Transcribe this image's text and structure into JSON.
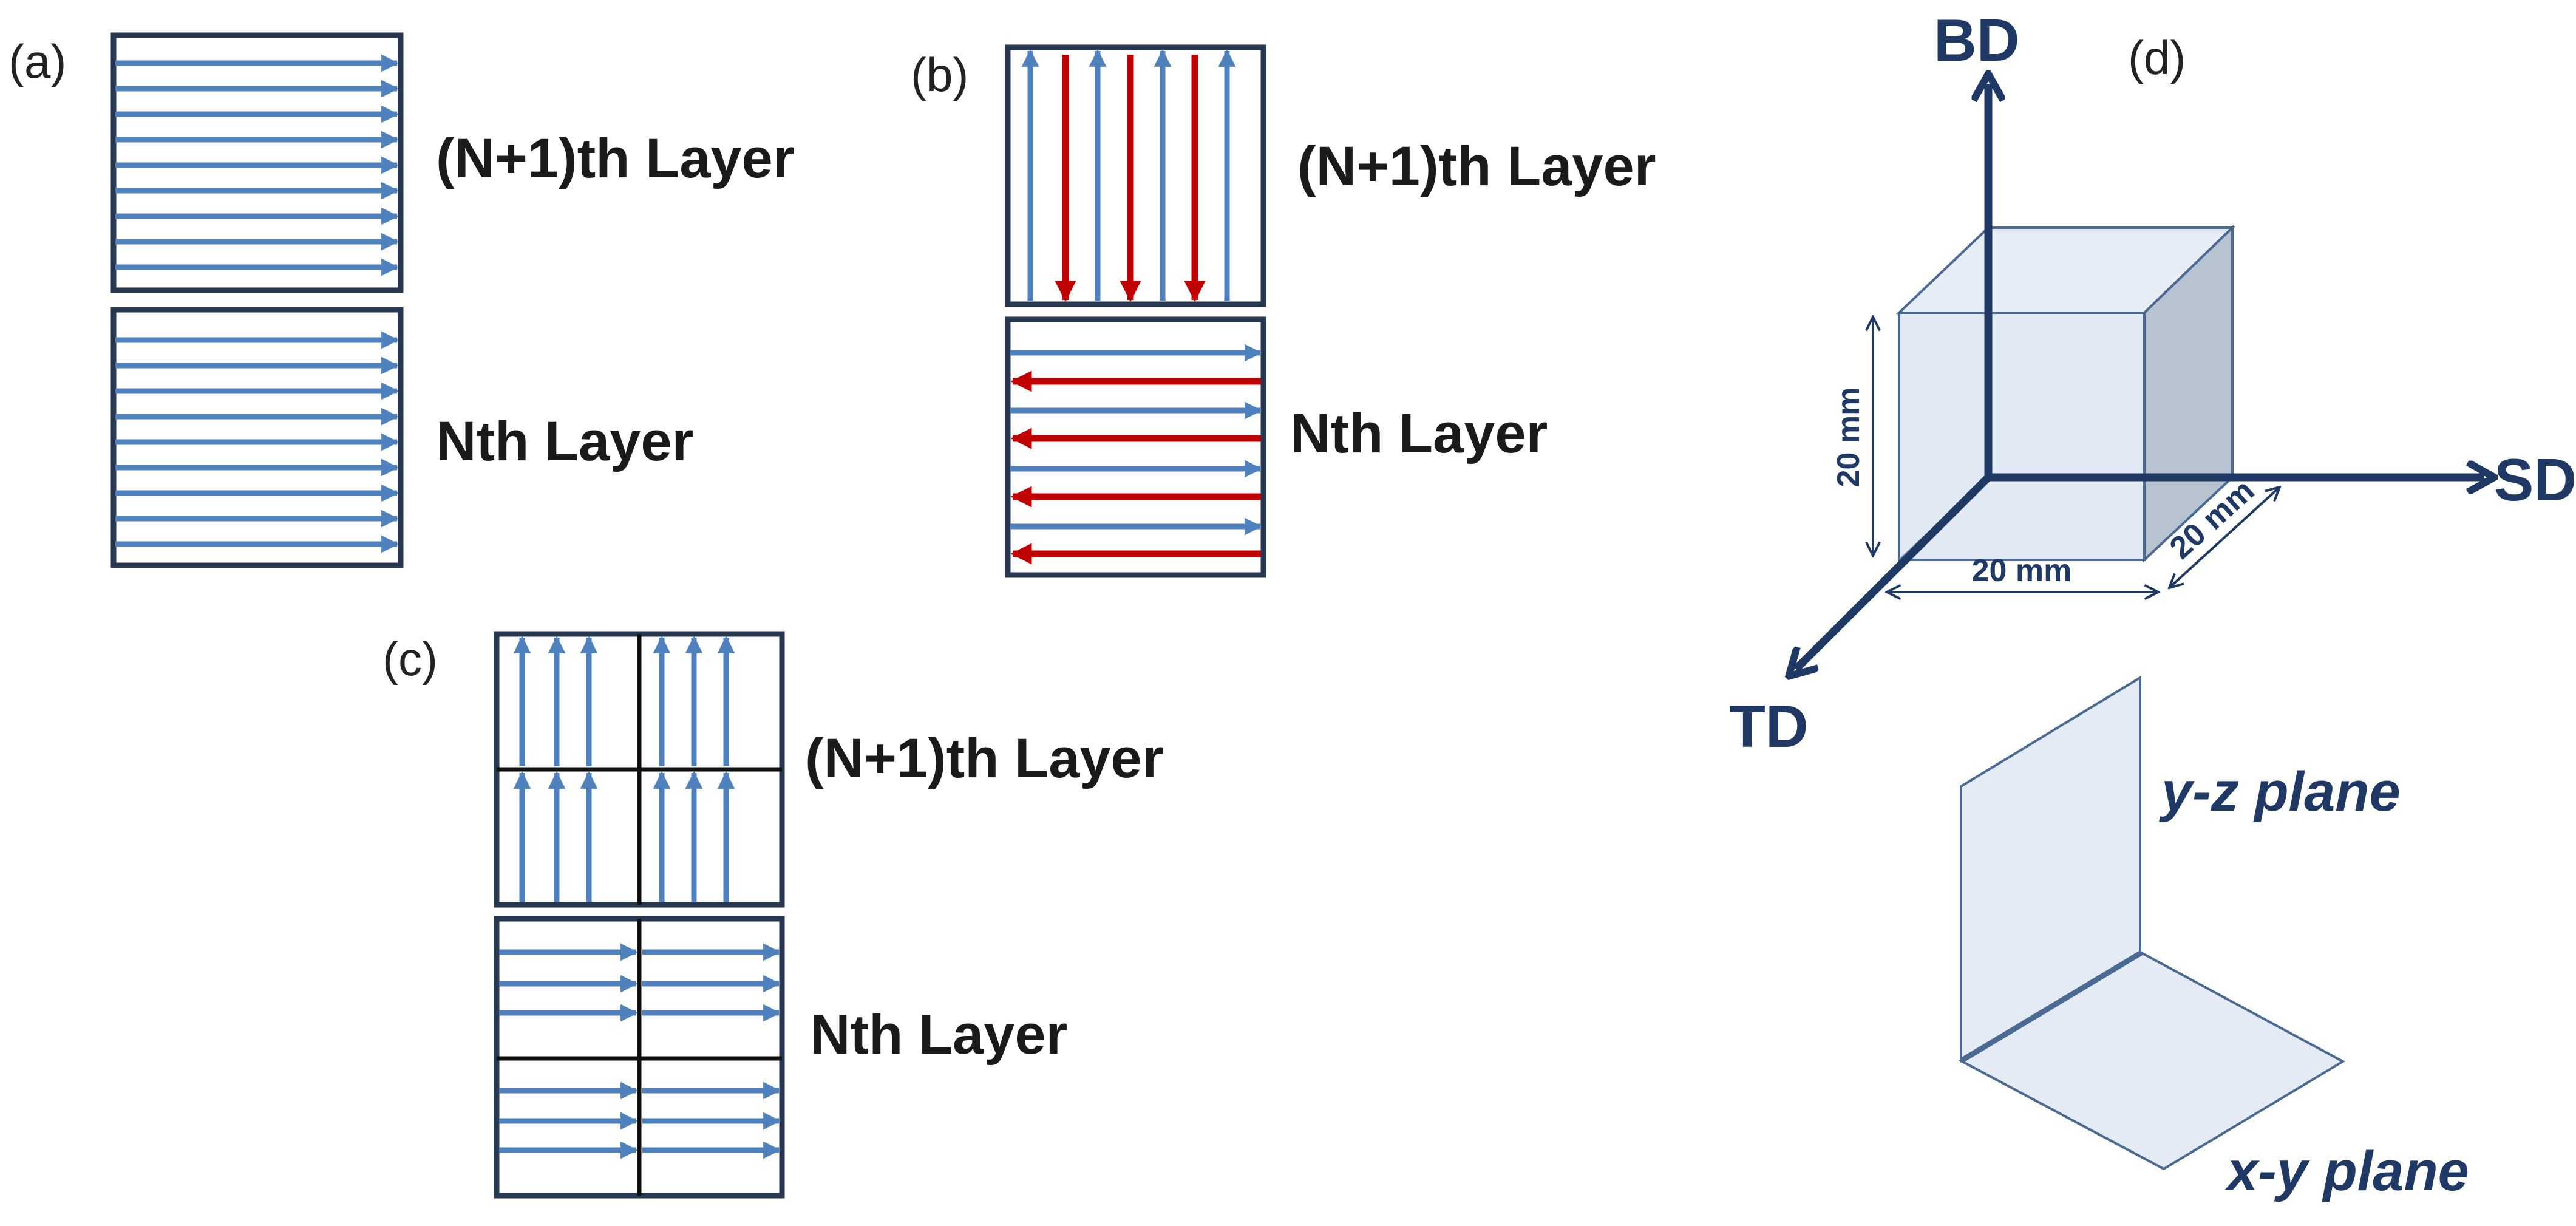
{
  "panels": {
    "a": {
      "label": "(a)",
      "upper_layer": "(N+1)th Layer",
      "lower_layer": "Nth Layer"
    },
    "b": {
      "label": "(b)",
      "upper_layer": "(N+1)th Layer",
      "lower_layer": "Nth Layer"
    },
    "c": {
      "label": "(c)",
      "upper_layer": "(N+1)th Layer",
      "lower_layer": "Nth Layer"
    },
    "d": {
      "label": "(d)",
      "axes": {
        "build": "BD",
        "scan": "SD",
        "transverse": "TD"
      },
      "dimensions": {
        "height": "20 mm",
        "width": "20 mm",
        "depth": "20 mm"
      },
      "planes": {
        "vertical": "y-z plane",
        "horizontal": "x-y plane"
      }
    }
  },
  "colors": {
    "frame": "#26374f",
    "scan_blue": "#4f81bd",
    "scan_red": "#c00000",
    "axis_navy": "#1f3864",
    "cube_fill": "#dce6f2",
    "cube_shade": "#b8c3d1",
    "plane_fill": "#e4ebf5",
    "plane_edge": "#4a6a93"
  },
  "icons": {
    "scan_vector": "arrow",
    "coordinate_axis": "arrow",
    "dimension": "double-headed-arrow"
  }
}
